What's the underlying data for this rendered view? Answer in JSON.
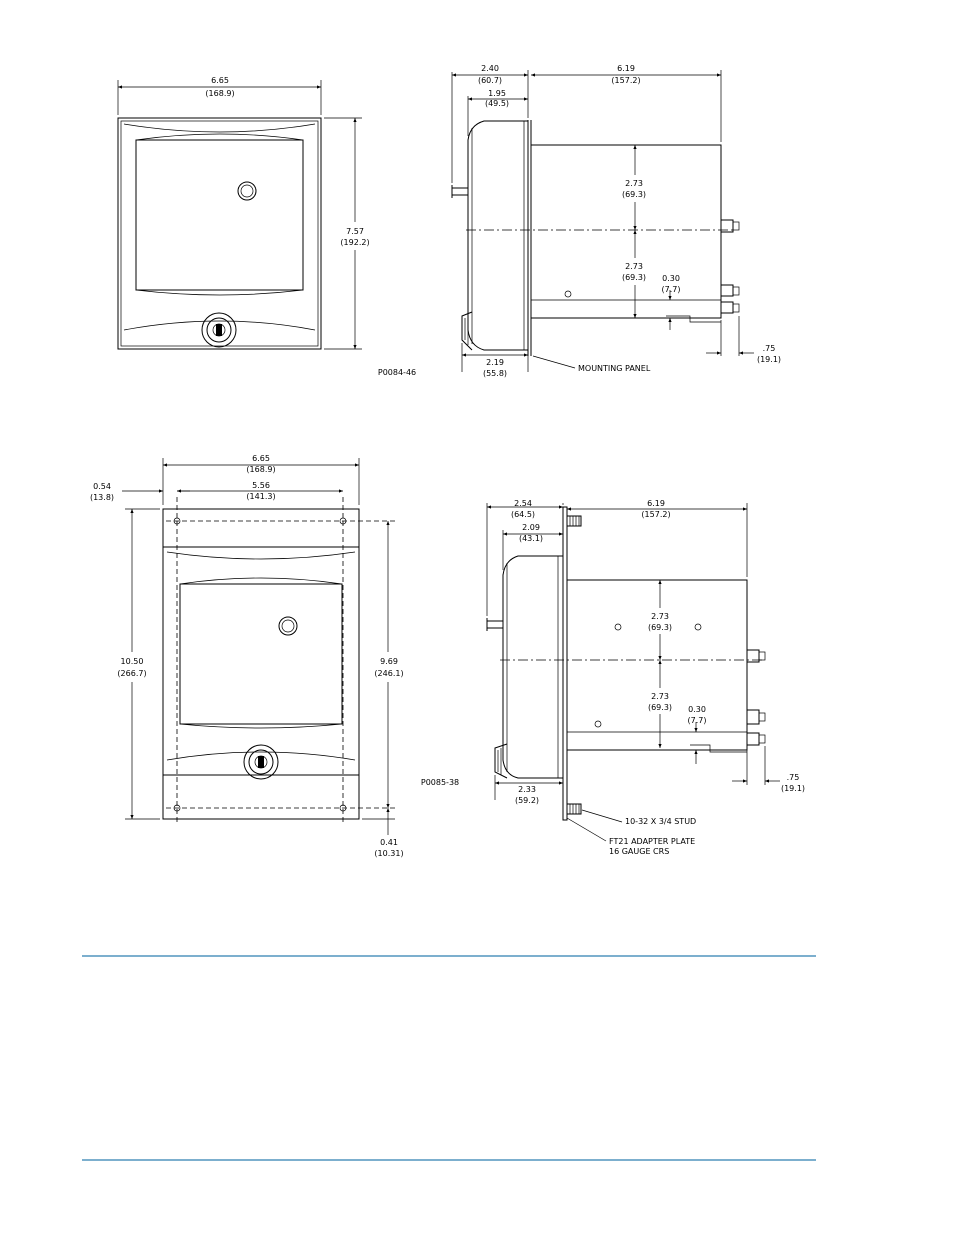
{
  "fig1": {
    "front": {
      "width": "6.65",
      "width_mm": "(168.9)",
      "height": "7.57",
      "height_mm": "(192.2)"
    },
    "side": {
      "d240": "2.40",
      "d240_mm": "(60.7)",
      "d195": "1.95",
      "d195_mm": "(49.5)",
      "d619": "6.19",
      "d619_mm": "(157.2)",
      "d273a": "2.73",
      "d273a_mm": "(69.3)",
      "d273b": "2.73",
      "d273b_mm": "(69.3)",
      "d030": "0.30",
      "d030_mm": "(7.7)",
      "d219": "2.19",
      "d219_mm": "(55.8)",
      "d075": ".75",
      "d075_mm": "(19.1)",
      "mounting": "MOUNTING PANEL"
    },
    "drawing_no": "P0084-46"
  },
  "fig2": {
    "front": {
      "width": "6.65",
      "width_mm": "(168.9)",
      "inner": "5.56",
      "inner_mm": "(141.3)",
      "d054": "0.54",
      "d054_mm": "(13.8)",
      "height": "10.50",
      "height_mm": "(266.7)",
      "h969": "9.69",
      "h969_mm": "(246.1)",
      "d041": "0.41",
      "d041_mm": "(10.31)"
    },
    "side": {
      "d254": "2.54",
      "d254_mm": "(64.5)",
      "d209": "2.09",
      "d209_mm": "(43.1)",
      "d619": "6.19",
      "d619_mm": "(157.2)",
      "d273a": "2.73",
      "d273a_mm": "(69.3)",
      "d273b": "2.73",
      "d273b_mm": "(69.3)",
      "d030": "0.30",
      "d030_mm": "(7.7)",
      "d233": "2.33",
      "d233_mm": "(59.2)",
      "d075": ".75",
      "d075_mm": "(19.1)",
      "stud": "10-32 X 3/4 STUD",
      "plate1": "FT21 ADAPTER PLATE",
      "plate2": "16 GAUGE CRS"
    },
    "drawing_no": "P0085-38"
  }
}
